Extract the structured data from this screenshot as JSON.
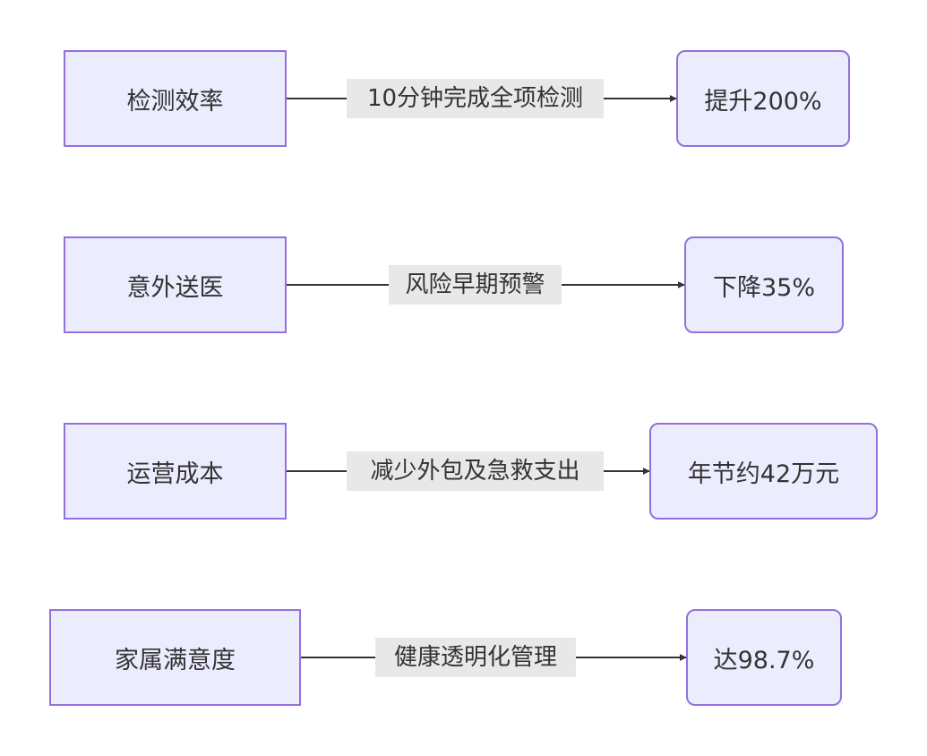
{
  "rows": [
    {
      "source": "检测效率",
      "edge_label": "10分钟完成全项检测",
      "target": "提升200%"
    },
    {
      "source": "意外送医",
      "edge_label": "风险早期预警",
      "target": "下降35%"
    },
    {
      "source": "运营成本",
      "edge_label": "减少外包及急救支出",
      "target": "年节约42万元"
    },
    {
      "source": "家属满意度",
      "edge_label": "健康透明化管理",
      "target": "达98.7%"
    }
  ],
  "colors": {
    "node_fill": "#ECECFF",
    "node_border": "#9370DB",
    "edge_line": "#333333",
    "edge_label_bg": "#E8E8E8",
    "text": "#333333"
  }
}
